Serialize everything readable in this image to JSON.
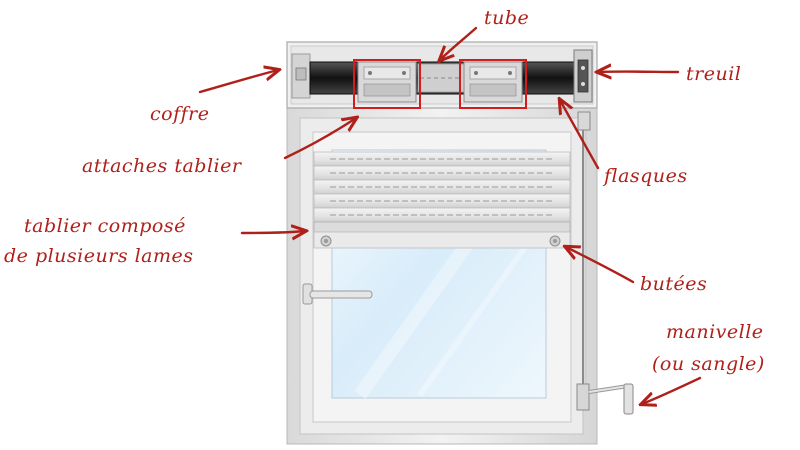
{
  "labels": {
    "tube": "tube",
    "coffre": "coffre",
    "treuil": "treuil",
    "attaches_line1": "attaches tablier",
    "flasques": "flasques",
    "tablier_line1": "tablier composé",
    "tablier_line2": "de plusieurs lames",
    "butees": "butées",
    "manivelle_line1": "manivelle",
    "manivelle_line2": "(ou sangle)"
  },
  "colors": {
    "annotation": "#b0201a",
    "frame": "#e6e6e6",
    "glass": "#e4f1fb",
    "tube": "#222222",
    "highlight": "#d41c1c"
  }
}
